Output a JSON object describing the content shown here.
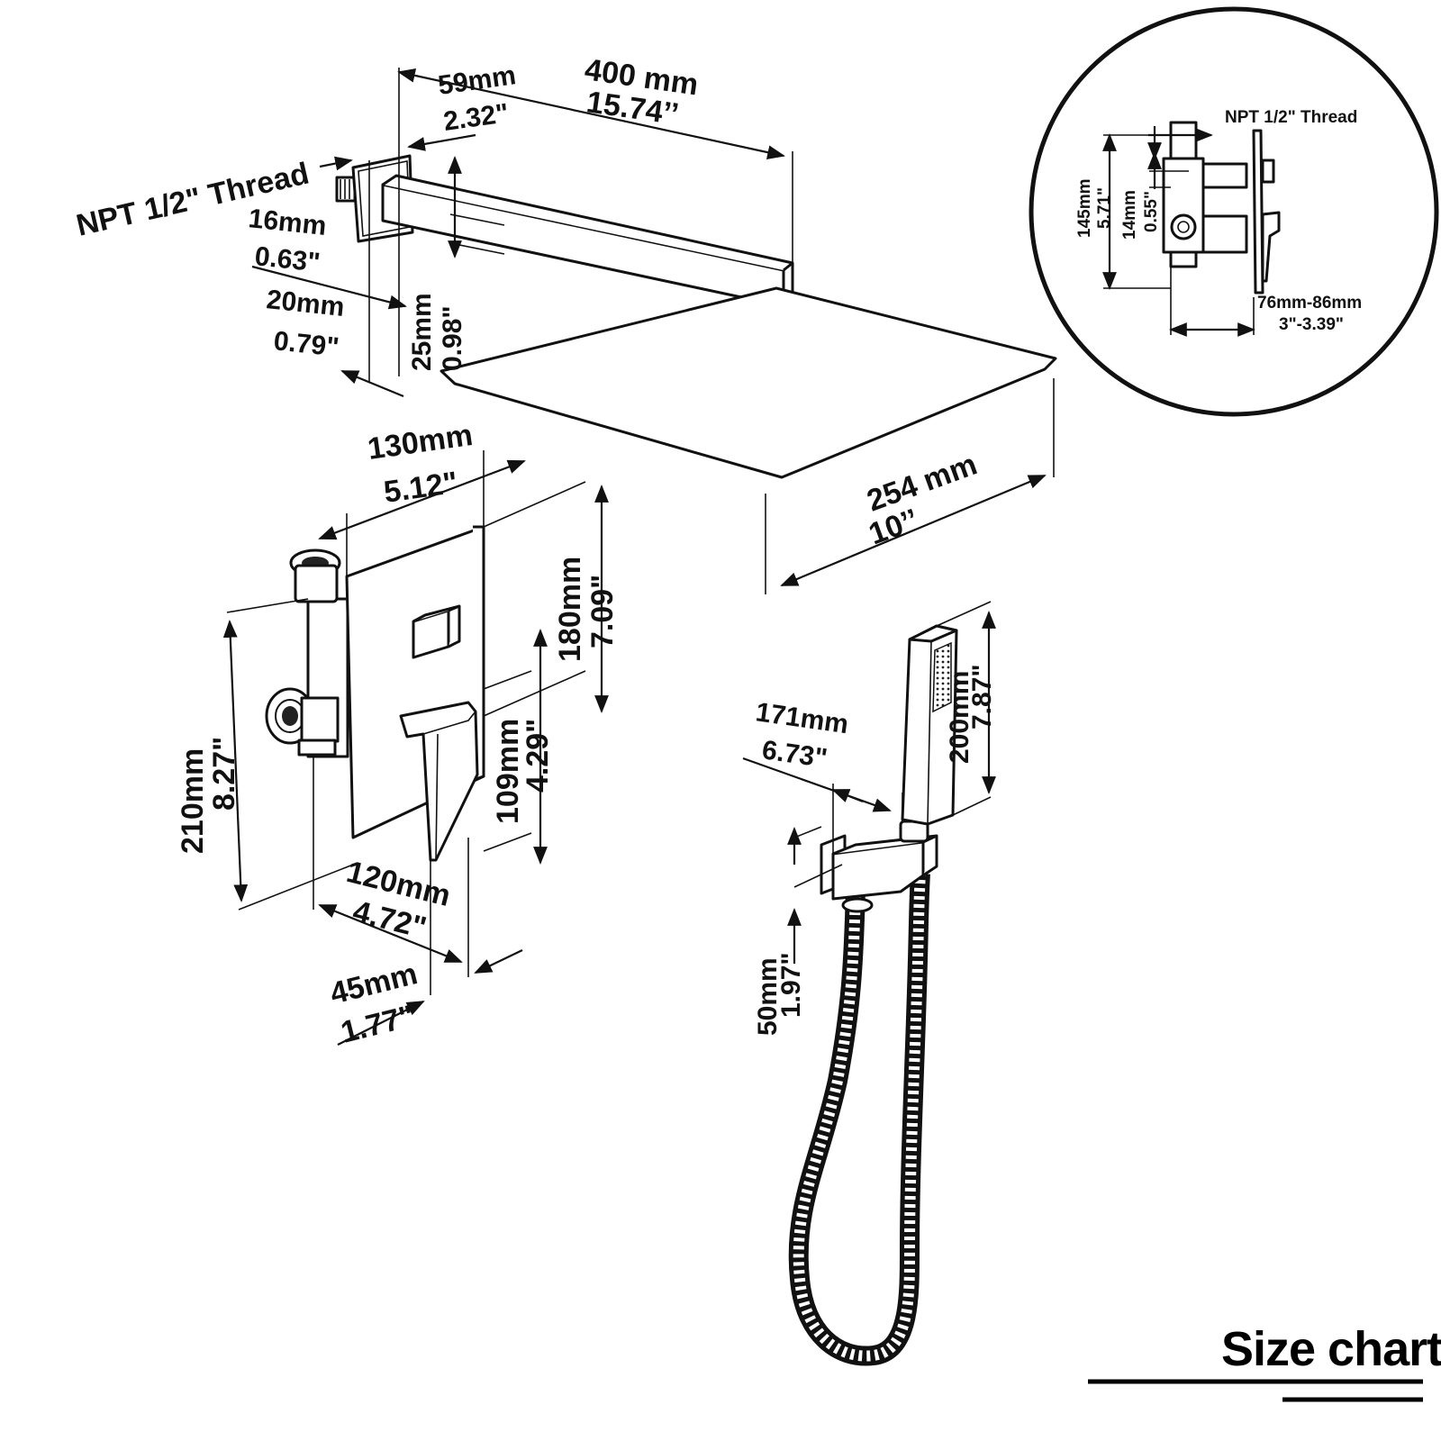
{
  "shower_arm": {
    "length_mm": "400 mm",
    "length_in": "15.74’’",
    "offset_mm": "59mm",
    "offset_in": "2.32\"",
    "thread": "NPT 1/2\" Thread",
    "flange_mm": "16mm",
    "flange_in": "0.63\"",
    "wall_mm": "20mm",
    "wall_in": "0.79\"",
    "height_mm": "25mm",
    "height_in": "0.98\""
  },
  "shower_head": {
    "size_mm": "254 mm",
    "size_in": "10’’"
  },
  "valve": {
    "width_mm": "130mm",
    "width_in": "5.12\"",
    "plate_h_mm": "180mm",
    "plate_h_in": "7.09\"",
    "body_h_mm": "210mm",
    "body_h_in": "8.27\"",
    "handle_mm": "109mm",
    "handle_in": "4.29\"",
    "depth_mm": "120mm",
    "depth_in": "4.72\"",
    "trim_mm": "45mm",
    "trim_in": "1.77\""
  },
  "handheld": {
    "reach_mm": "171mm",
    "reach_in": "6.73\"",
    "length_mm": "200mm",
    "length_in": "7.87\"",
    "holder_mm": "50mm",
    "holder_in": "1.97\""
  },
  "detail": {
    "thread": "NPT 1/2\" Thread",
    "height_mm": "145mm",
    "height_in": "5.71\"",
    "gap_mm": "14mm",
    "gap_in": "0.55\"",
    "depth_mm": "76mm-86mm",
    "depth_in": "3\"-3.39\""
  },
  "title": "Size chart"
}
